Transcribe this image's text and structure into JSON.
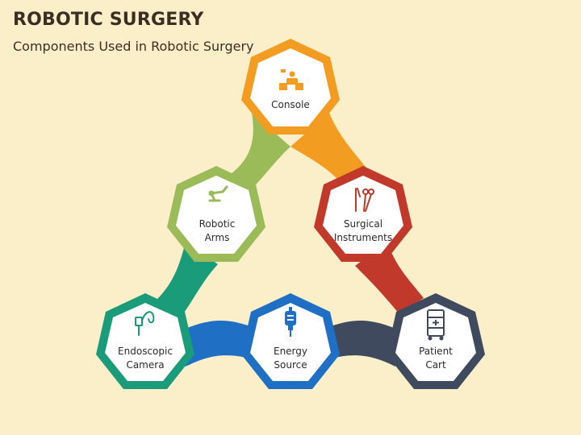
{
  "header": {
    "title": "ROBOTIC SURGERY",
    "subtitle": "Components Used in Robotic Surgery"
  },
  "nodes": [
    {
      "id": "console",
      "label": "Console",
      "color": "#f29c22",
      "icon": "surgeon-console-icon"
    },
    {
      "id": "robotic-arms",
      "label": "Robotic\nArms",
      "color": "#9bbb59",
      "icon": "robot-arm-icon"
    },
    {
      "id": "surgical-instruments",
      "label": "Surgical\nInstruments",
      "color": "#c0392b",
      "icon": "scalpel-scissors-icon"
    },
    {
      "id": "endoscopic-camera",
      "label": "Endoscopic\nCamera",
      "color": "#1a9b7a",
      "icon": "endoscope-icon"
    },
    {
      "id": "energy-source",
      "label": "Energy\nSource",
      "color": "#1f6fc4",
      "icon": "iv-bag-icon"
    },
    {
      "id": "patient-cart",
      "label": "Patient\nCart",
      "color": "#3f4a5e",
      "icon": "medical-cart-icon"
    }
  ]
}
